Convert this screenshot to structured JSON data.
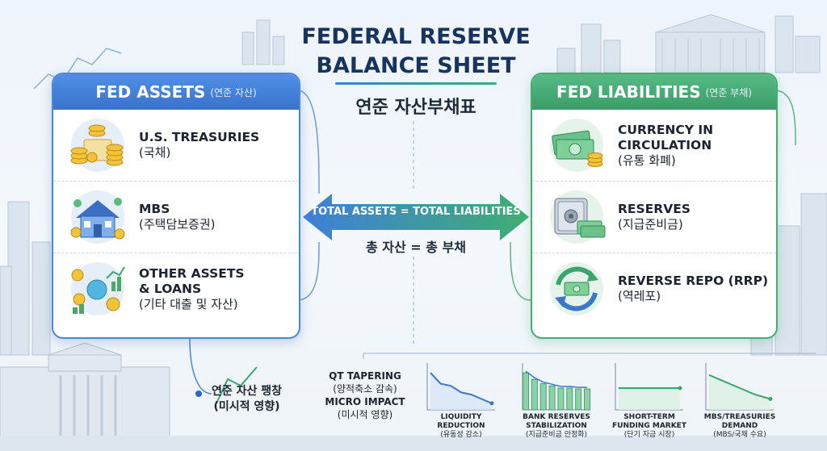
{
  "title": {
    "line1": "FEDERAL RESERVE",
    "line2": "BALANCE SHEET",
    "korean": "연준 자산부채표"
  },
  "assets": {
    "header": "FED ASSETS",
    "header_kr": "(연준 자산)",
    "items": [
      {
        "en": "U.S. TREASURIES",
        "kr": "(국채)",
        "icon": "coin-stacks-icon"
      },
      {
        "en": "MBS",
        "kr": "(주택담보증권)",
        "icon": "house-icon"
      },
      {
        "en": "OTHER ASSETS\n& LOANS",
        "kr": "(기타 대출 및 자산)",
        "icon": "coins-growth-icon"
      }
    ]
  },
  "liabilities": {
    "header": "FED LIABILITIES",
    "header_kr": "(연준 부채)",
    "items": [
      {
        "en": "CURRENCY IN\nCIRCULATION",
        "kr": "(유통 화폐)",
        "icon": "cash-bills-icon"
      },
      {
        "en": "RESERVES",
        "kr": "(지급준비금)",
        "icon": "vault-safe-icon"
      },
      {
        "en": "REVERSE REPO (RRP)",
        "kr": "(역레포)",
        "icon": "money-cycle-icon"
      }
    ]
  },
  "equation": {
    "en": "TOTAL ASSETS = TOTAL LIABILITIES",
    "kr": "총 자산 = 총 부채"
  },
  "impact": {
    "line1": "연준 자산 팽창",
    "line2": "(미시적 영향)"
  },
  "qt": {
    "line1": "QT TAPERING",
    "line2": "(양적축소 감속)",
    "line3": "MICRO IMPACT",
    "line4": "(미시적 영향)"
  },
  "mini_charts": [
    {
      "en": "LIQUIDITY\nREDUCTION",
      "kr": "(유동성 감소)",
      "trend": [
        0.85,
        0.6,
        0.55,
        0.4,
        0.35,
        0.25,
        0.15
      ]
    },
    {
      "en": "BANK RESERVES\nSTABILIZATION",
      "kr": "(지급준비금 안정화)",
      "trend": [
        0.85,
        0.7,
        0.6,
        0.55,
        0.5,
        0.5,
        0.48,
        0.48
      ]
    },
    {
      "en": "SHORT-TERM\nFUNDING MARKET",
      "kr": "(단기 자금 시장)",
      "trend": [
        0.5,
        0.5,
        0.5,
        0.5,
        0.5
      ]
    },
    {
      "en": "MBS/TREASURIES\nDEMAND",
      "kr": "(MBS/국채 수요)",
      "trend": [
        0.8,
        0.65,
        0.5,
        0.35,
        0.25
      ]
    }
  ],
  "colors": {
    "assets": "#3a72cc",
    "liabilities": "#3c9c68",
    "title": "#16345e"
  }
}
